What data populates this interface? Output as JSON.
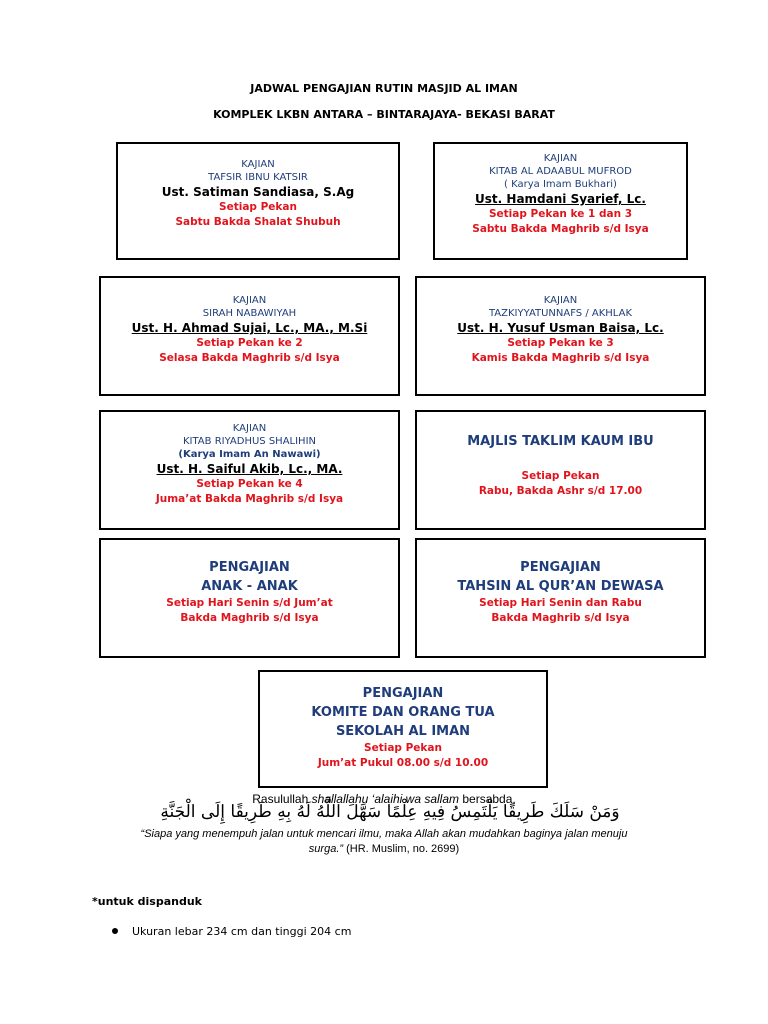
{
  "header": {
    "title1": "JADWAL PENGAJIAN RUTIN MASJID AL IMAN",
    "title2": "KOMPLEK LKBN ANTARA – BINTARAJAYA- BEKASI BARAT"
  },
  "boxes": {
    "b1": {
      "l1": "KAJIAN",
      "l2": "TAFSIR IBNU KATSIR",
      "teacher": "Ust. Satiman Sandiasa, S.Ag",
      "r1": "Setiap Pekan",
      "r2": "Sabtu Bakda Shalat Shubuh"
    },
    "b2": {
      "l1": "KAJIAN",
      "l2": "KITAB AL ADAABUL MUFROD",
      "l3": "( Karya Imam Bukhari)",
      "teacher": "Ust. Hamdani Syarief, Lc.",
      "r1": "Setiap Pekan ke 1 dan 3",
      "r2": "Sabtu Bakda Maghrib s/d Isya"
    },
    "b3": {
      "l1": "KAJIAN",
      "l2": "SIRAH NABAWIYAH",
      "teacher": "Ust. H. Ahmad Sujai, Lc., MA., M.Si",
      "r1": "Setiap Pekan ke 2",
      "r2": "Selasa Bakda Maghrib s/d Isya"
    },
    "b4": {
      "l1": "KAJIAN",
      "l2": "TAZKIYYATUNNAFS / AKHLAK",
      "teacher": "Ust. H. Yusuf Usman Baisa, Lc.",
      "r1": "Setiap Pekan ke 3",
      "r2": "Kamis Bakda Maghrib s/d Isya"
    },
    "b5": {
      "l1": "KAJIAN",
      "l2": "KITAB RIYADHUS SHALIHIN",
      "l3": "(Karya Imam An Nawawi)",
      "teacher": "Ust. H. Saiful Akib, Lc., MA.",
      "r1": "Setiap Pekan ke 4",
      "r2": "Juma’at Bakda Maghrib s/d Isya"
    },
    "b6": {
      "l1": "MAJLIS TAKLIM KAUM IBU",
      "r1": "Setiap Pekan",
      "r2": "Rabu,  Bakda Ashr s/d 17.00"
    },
    "b7": {
      "l1": "PENGAJIAN",
      "l2": "ANAK - ANAK",
      "r1": "Setiap Hari Senin s/d Jum’at",
      "r2": "Bakda Maghrib s/d Isya"
    },
    "b8": {
      "l1": "PENGAJIAN",
      "l2": "TAHSIN AL QUR’AN DEWASA",
      "r1": "Setiap Hari Senin dan Rabu",
      "r2": "Bakda Maghrib s/d Isya"
    },
    "b9": {
      "l1": "PENGAJIAN",
      "l2": "KOMITE DAN ORANG TUA",
      "l3": "SEKOLAH AL IMAN",
      "r1": "Setiap Pekan",
      "r2": "Jum’at Pukul 08.00 s/d 10.00"
    }
  },
  "hadith": {
    "intro_pre": "Rasulullah ",
    "intro_italic": "shallallahu ‘alaihi wa sallam",
    "intro_post": " bersabda,",
    "arabic": "وَمَنْ سَلَكَ طَرِيقًا يَلْتَمِسُ فِيهِ عِلْمًا سَهَّلَ اللَّهُ لَهُ بِهِ طَرِيقًا إِلَى الْجَنَّةِ",
    "translation_line1": "“Siapa yang menempuh jalan untuk mencari ilmu, maka Allah akan mudahkan baginya jalan menuju",
    "translation_line2": "surga.”",
    "source": " (HR. Muslim, no. 2699)"
  },
  "notes": {
    "heading": "*untuk dispanduk",
    "bullet": "Ukuran lebar 234 cm dan tinggi 204 cm"
  }
}
